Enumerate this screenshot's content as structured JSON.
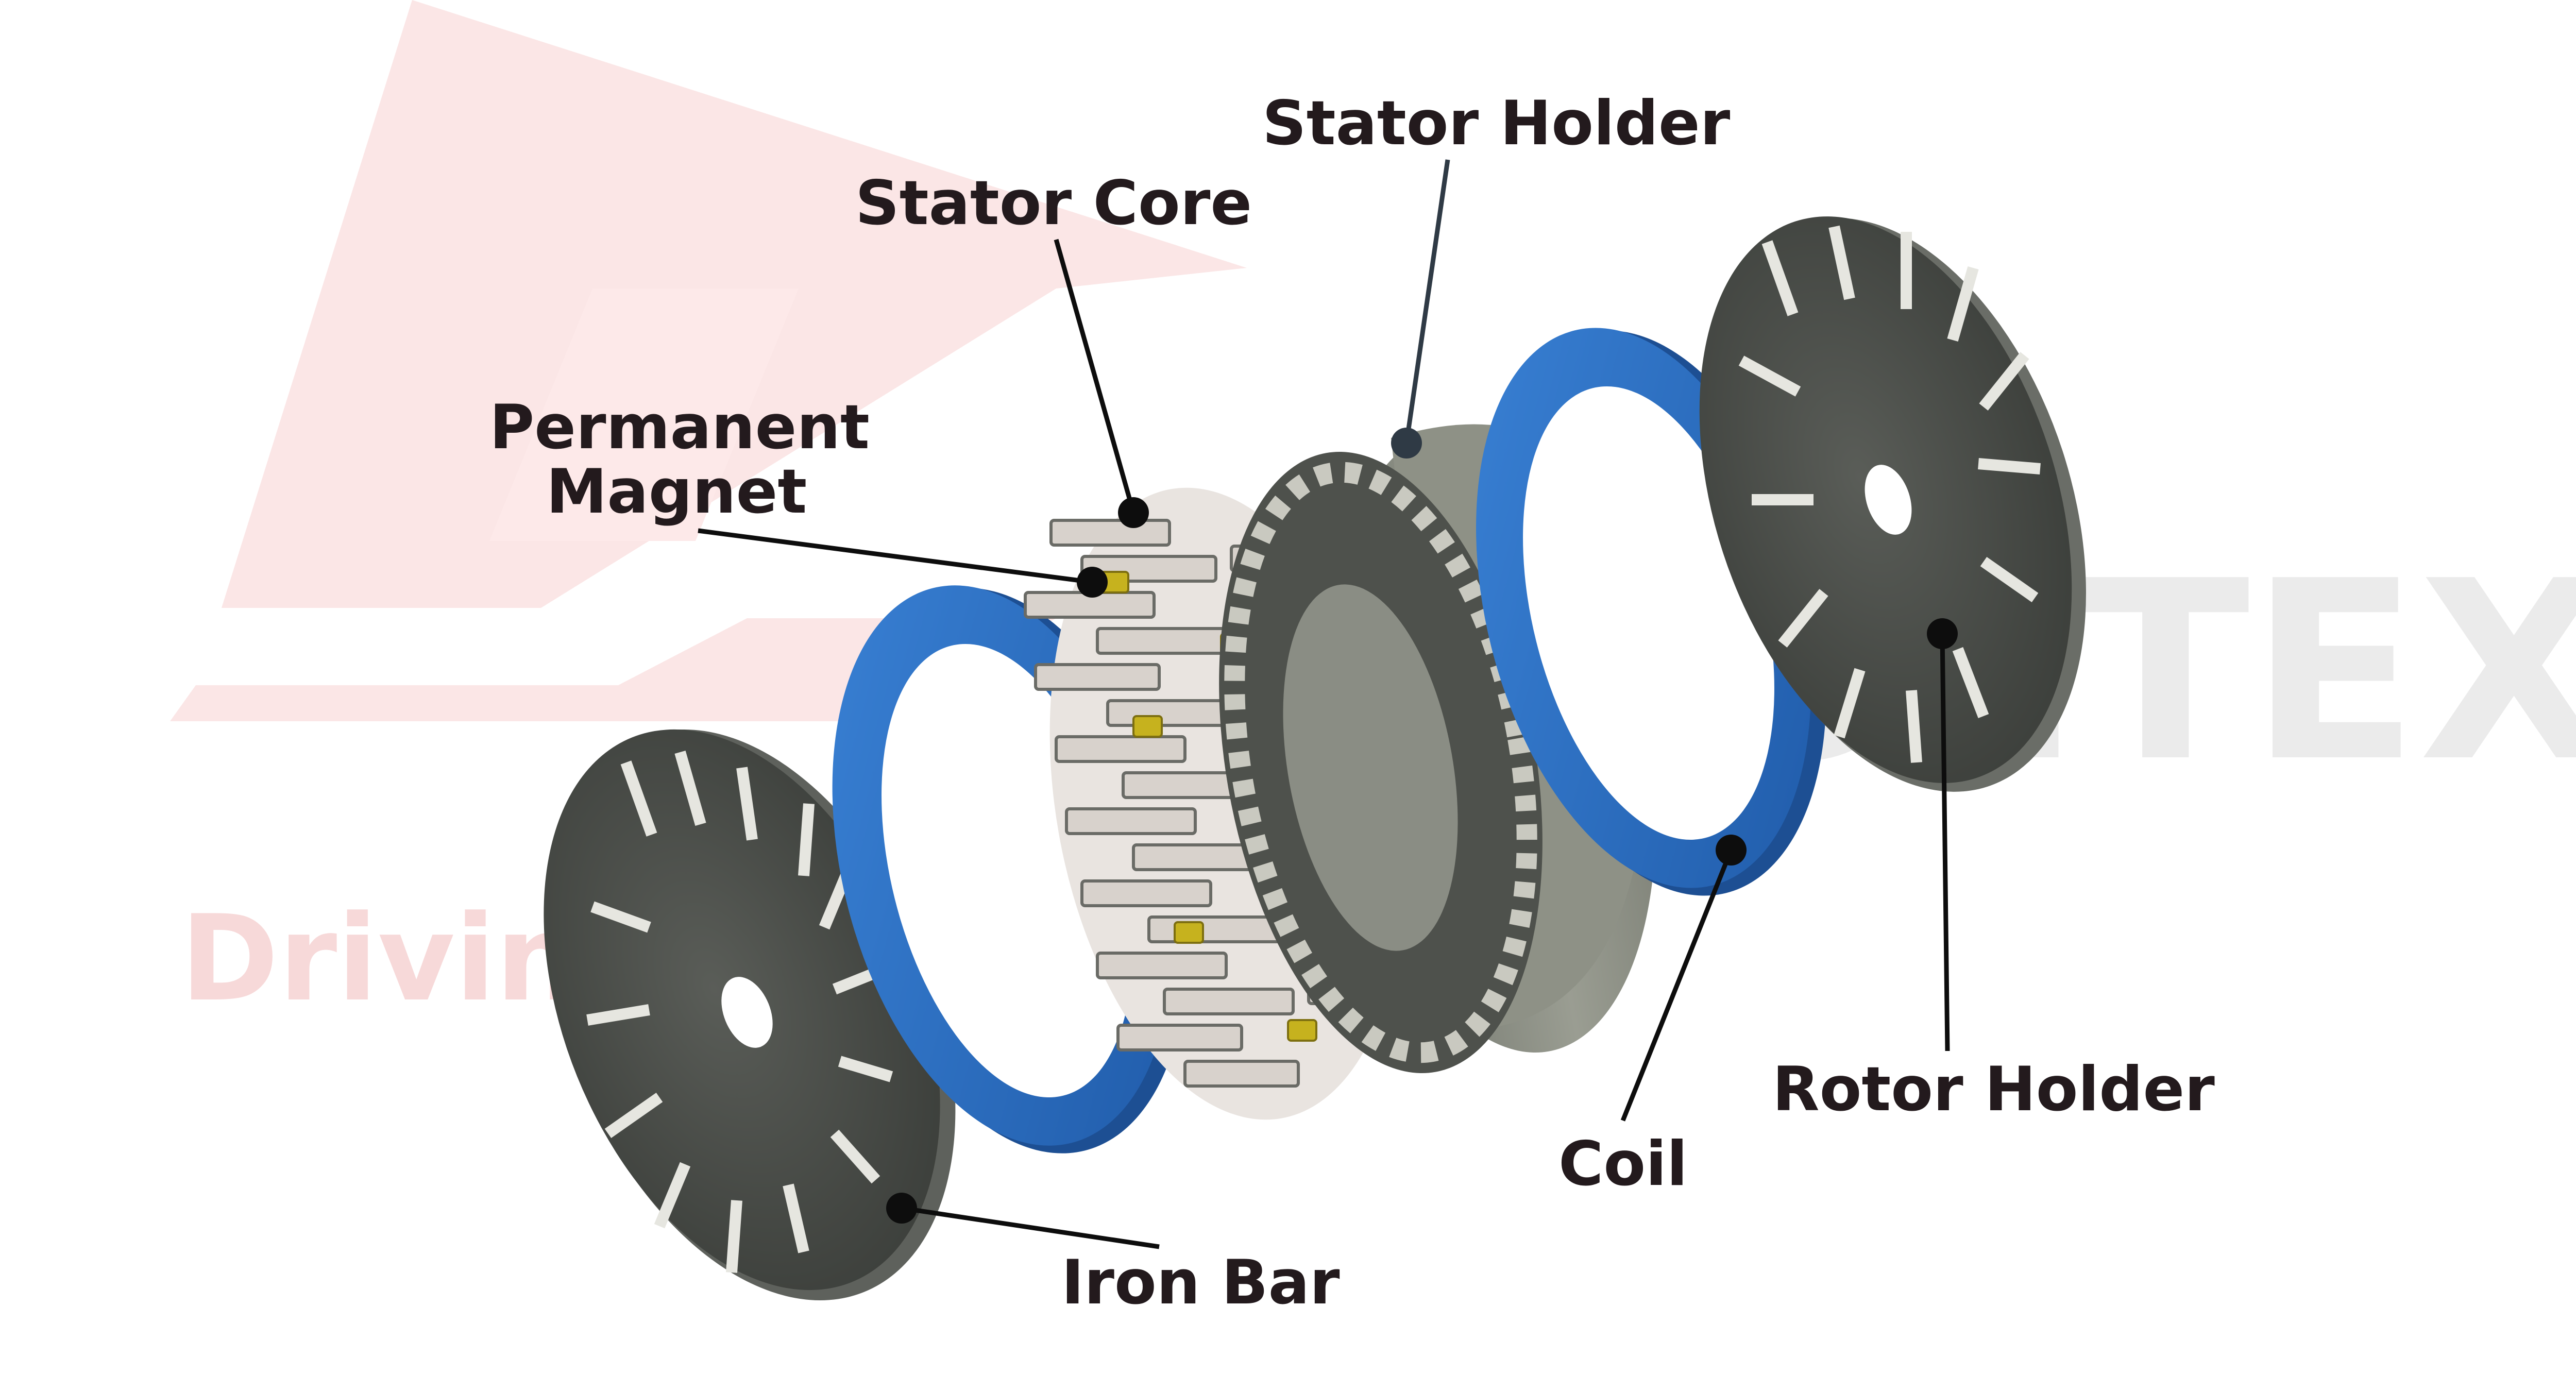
{
  "watermark": {
    "brand": "MECHTEX",
    "tagline": "Driving Innovation"
  },
  "labels": {
    "stator_holder": "Stator Holder",
    "stator_core": "Stator Core",
    "permanent_magnet_line1": "Permanent",
    "permanent_magnet_line2": "Magnet",
    "rotor_holder": "Rotor Holder",
    "coil": "Coil",
    "iron_bar": "Iron Bar"
  },
  "colors": {
    "label_text": "#231a1d",
    "leader_line": "#0d0d0d",
    "stator_holder_leader": "#2f3a45",
    "coil_blue": "#2f6fc4",
    "disc_gray": "#4a4d49",
    "holder_gray": "#8c8f84",
    "magnet_yellow": "#c6b21e",
    "watermark_pink": "#f7d6d6",
    "watermark_gray": "#ececec"
  }
}
